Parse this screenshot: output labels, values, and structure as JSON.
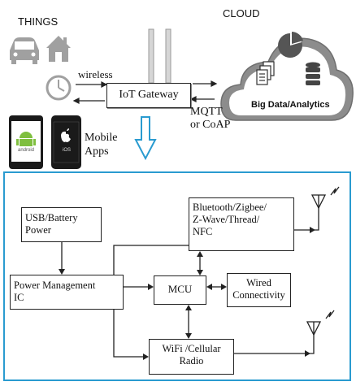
{
  "top": {
    "things_label": "THINGS",
    "cloud_label": "CLOUD",
    "wireless_label": "wireless",
    "gateway_label": "IoT Gateway",
    "protocol_line1": "MQTT",
    "protocol_line2": "or CoAP",
    "mobile_line1": "Mobile",
    "mobile_line2": "Apps",
    "cloud_caption": "Big Data/Analytics",
    "android_text": "android",
    "ios_text": "iOS"
  },
  "blocks": {
    "usb_line1": "USB/Battery",
    "usb_line2": "Power",
    "pmic_line1": "Power Management",
    "pmic_line2": "IC",
    "mcu": "MCU",
    "wired_line1": "Wired",
    "wired_line2": "Connectivity",
    "bt_line1": "Bluetooth/Zigbee/",
    "bt_line2": "Z-Wave/Thread/",
    "bt_line3": "NFC",
    "wifi_line1": "WiFi /Cellular",
    "wifi_line2": "Radio"
  },
  "colors": {
    "frame": "#2a9bd0",
    "icon_gray": "#9b9b9b",
    "cloud_gray": "#8c8c8c"
  }
}
